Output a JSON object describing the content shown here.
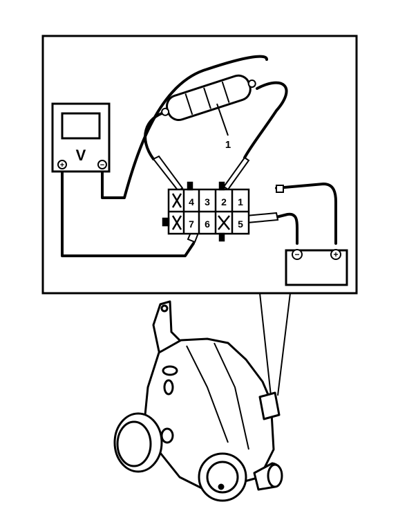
{
  "meter": {
    "unit_label": "V",
    "plus_symbol": "+",
    "minus_symbol": "−"
  },
  "connector": {
    "pins": [
      {
        "label": "4"
      },
      {
        "label": "3"
      },
      {
        "label": "2"
      },
      {
        "label": "1"
      },
      {
        "label": "7"
      },
      {
        "label": "6"
      },
      {
        "label": "5"
      }
    ]
  },
  "callout": {
    "label": "1"
  },
  "battery": {
    "minus_symbol": "−",
    "plus_symbol": "+"
  },
  "colors": {
    "ink": "#000000",
    "paper": "#ffffff"
  }
}
